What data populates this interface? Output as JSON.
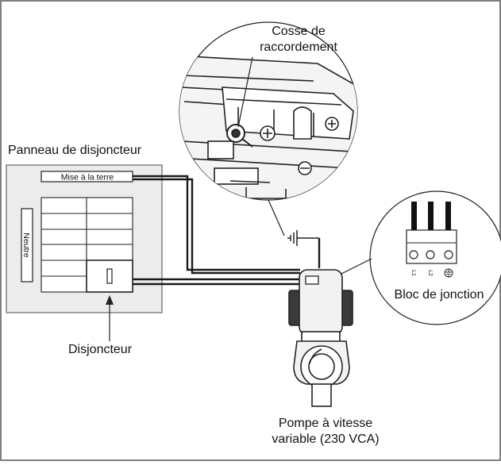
{
  "labels": {
    "lug": [
      "Cosse de",
      "raccordement"
    ],
    "panel_title": "Panneau de disjoncteur",
    "ground_bar": "Mise à la terre",
    "neutral_bar": "Neutre",
    "breaker": "Disjoncteur",
    "terminal_block": "Bloc de jonction",
    "terminal_marks": [
      "L1",
      "L2"
    ],
    "pump": [
      "Pompe à vitesse",
      "variable (230 VCA)"
    ]
  },
  "colors": {
    "panel_fill": "#ececec",
    "line": "#1a1a1a",
    "pump_fill": "#f2f2f2"
  },
  "icons": [
    "ground-symbol-icon",
    "ground-terminal-icon",
    "arrow-up-icon"
  ]
}
